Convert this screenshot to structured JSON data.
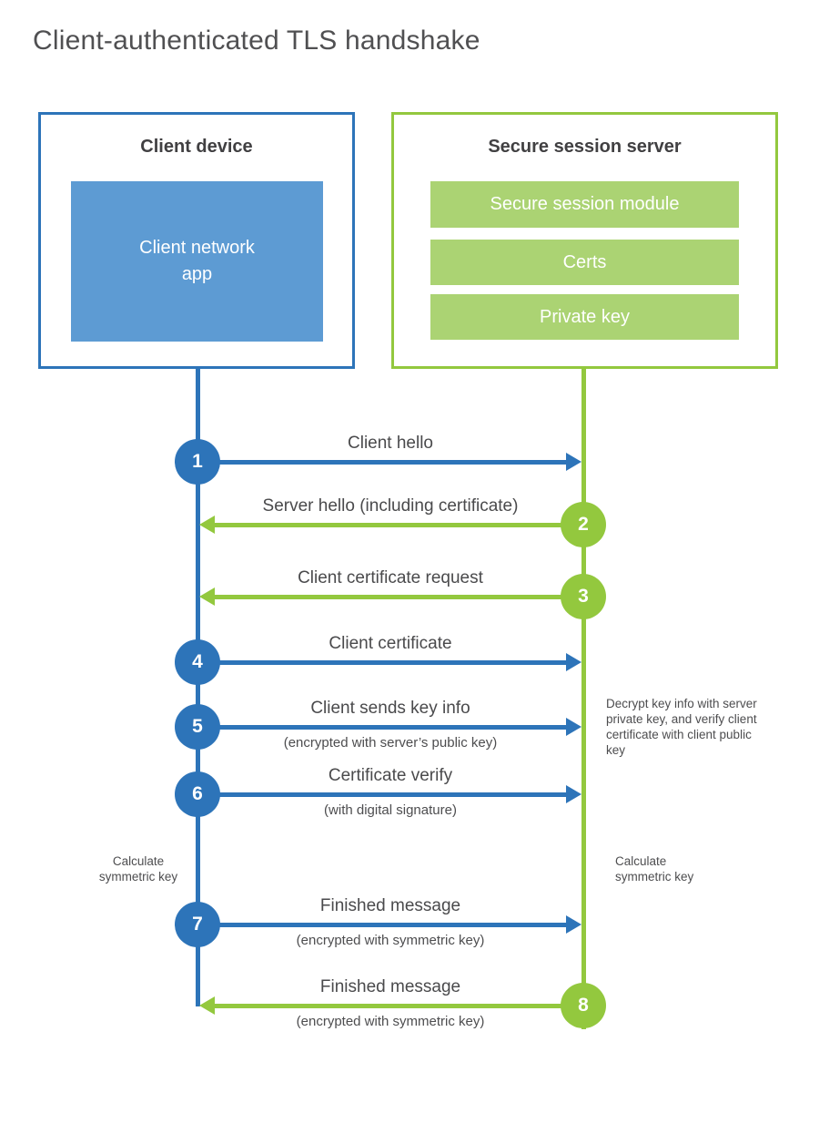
{
  "title": "Client-authenticated TLS handshake",
  "client_box": {
    "title": "Client device",
    "app_label": "Client network app"
  },
  "server_box": {
    "title": "Secure session server",
    "modules": [
      "Secure session module",
      "Certs",
      "Private key"
    ]
  },
  "steps": [
    {
      "num": "1",
      "from": "client",
      "to": "server",
      "label": "Client hello",
      "sub": ""
    },
    {
      "num": "2",
      "from": "server",
      "to": "client",
      "label": "Server hello (including certificate)",
      "sub": ""
    },
    {
      "num": "3",
      "from": "server",
      "to": "client",
      "label": "Client certificate request",
      "sub": ""
    },
    {
      "num": "4",
      "from": "client",
      "to": "server",
      "label": "Client certificate",
      "sub": ""
    },
    {
      "num": "5",
      "from": "client",
      "to": "server",
      "label": "Client sends key info",
      "sub": "(encrypted with server’s public key)"
    },
    {
      "num": "6",
      "from": "client",
      "to": "server",
      "label": "Certificate verify",
      "sub": "(with digital signature)"
    },
    {
      "num": "7",
      "from": "client",
      "to": "server",
      "label": "Finished message",
      "sub": "(encrypted with symmetric key)"
    },
    {
      "num": "8",
      "from": "server",
      "to": "client",
      "label": "Finished message",
      "sub": "(encrypted with symmetric key)"
    }
  ],
  "annotations": {
    "decrypt_note": "Decrypt key info with server private key, and verify client certificate with client public key",
    "calculate_left": "Calculate symmetric key",
    "calculate_right": "Calculate symmetric key"
  },
  "colors": {
    "client_blue": "#2d74b9",
    "client_blue_light": "#5d9bd3",
    "server_green": "#93c83e",
    "server_green_light": "#abd373",
    "heading_text": "#414042",
    "body_text": "#4d4d4f"
  }
}
